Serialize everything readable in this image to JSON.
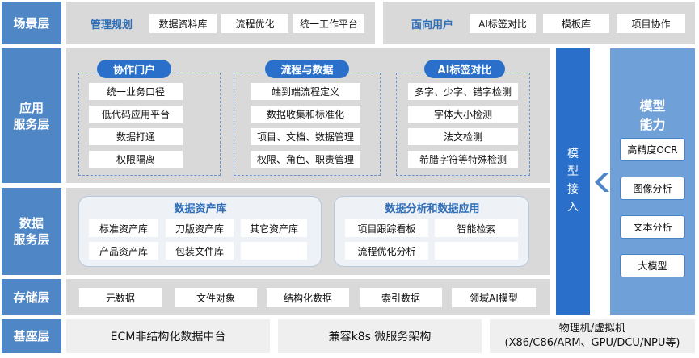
{
  "rows": {
    "scene": "场景层",
    "app_service": "应用\n服务层",
    "data_service": "数据\n服务层",
    "storage": "存储层",
    "base": "基座层"
  },
  "scene": {
    "left_title": "管理规划",
    "left_items": [
      "数据资料库",
      "流程优化",
      "统一工作平台"
    ],
    "right_title": "面向用户",
    "right_items": [
      "AI标签对比",
      "模板库",
      "项目协作"
    ]
  },
  "app": {
    "groups": [
      {
        "title": "协作门户",
        "items": [
          "统一业务口径",
          "低代码应用平台",
          "数据打通",
          "权限隔离"
        ]
      },
      {
        "title": "流程与数据",
        "items": [
          "端到端流程定义",
          "数据收集和标准化",
          "项目、文档、数据管理",
          "权限、角色、职责管理"
        ]
      },
      {
        "title": "AI标签对比",
        "items": [
          "多字、少字、错字检测",
          "字体大小检测",
          "法文检测",
          "希腊字符等特殊检测"
        ]
      }
    ]
  },
  "data_service": {
    "asset_title": "数据资产库",
    "asset_items": [
      "标准资产库",
      "刀版资产库",
      "其它资产库",
      "产品资产库",
      "包装文件库",
      ""
    ],
    "analysis_title": "数据分析和数据应用",
    "analysis_items": [
      "项目跟踪看板",
      "智能检索",
      "流程优化分析",
      ""
    ]
  },
  "storage": {
    "items": [
      "元数据",
      "文件对象",
      "结构化数据",
      "索引数据",
      "领域AI模型"
    ]
  },
  "base": {
    "items": [
      "ECM非结构化数据中台",
      "兼容k8s 微服务架构",
      "物理机/虚拟机\n(X86/C86/ARM、GPU/DCU/NPU等)"
    ]
  },
  "model_access": "模\n型\n接\n入",
  "model": {
    "title": "模型\n能力",
    "items": [
      "高精度OCR",
      "图像分析",
      "文本分析",
      "大模型"
    ]
  },
  "colors": {
    "blue": "#4f86c6",
    "dark_blue": "#2a6fc9",
    "panel": "#d9d9d9"
  }
}
